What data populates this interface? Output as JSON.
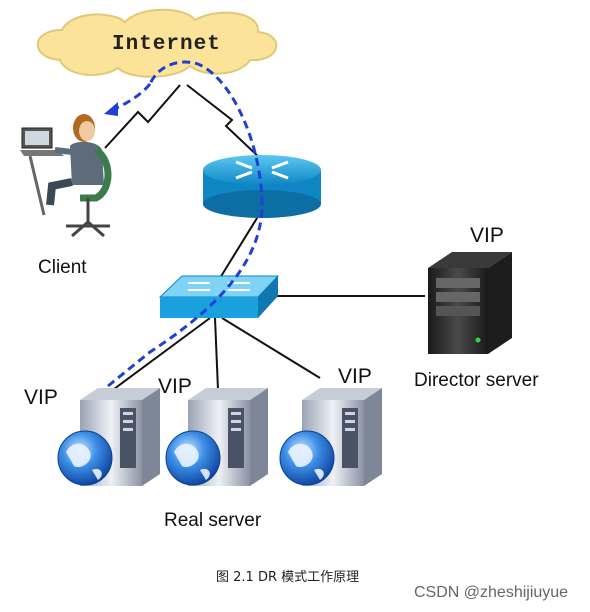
{
  "diagram": {
    "cloud_label": "Internet",
    "client_label": "Client",
    "director": {
      "vip_label": "VIP",
      "label": "Director server"
    },
    "real_servers": {
      "label": "Real server",
      "vip_labels": [
        "VIP",
        "VIP",
        "VIP"
      ]
    },
    "caption": "图 2.1   DR 模式工作原理",
    "watermark": "CSDN @zheshijiuyue"
  },
  "colors": {
    "cloud_fill": "#fbe39a",
    "device_blue": "#1aa0dc",
    "flow_dash": "#1f3fd6",
    "link": "#111111"
  },
  "icons": {
    "router": "router-icon",
    "switch": "switch-icon",
    "client": "person-at-computer-icon",
    "server": "server-tower-icon",
    "globe": "globe-icon"
  }
}
